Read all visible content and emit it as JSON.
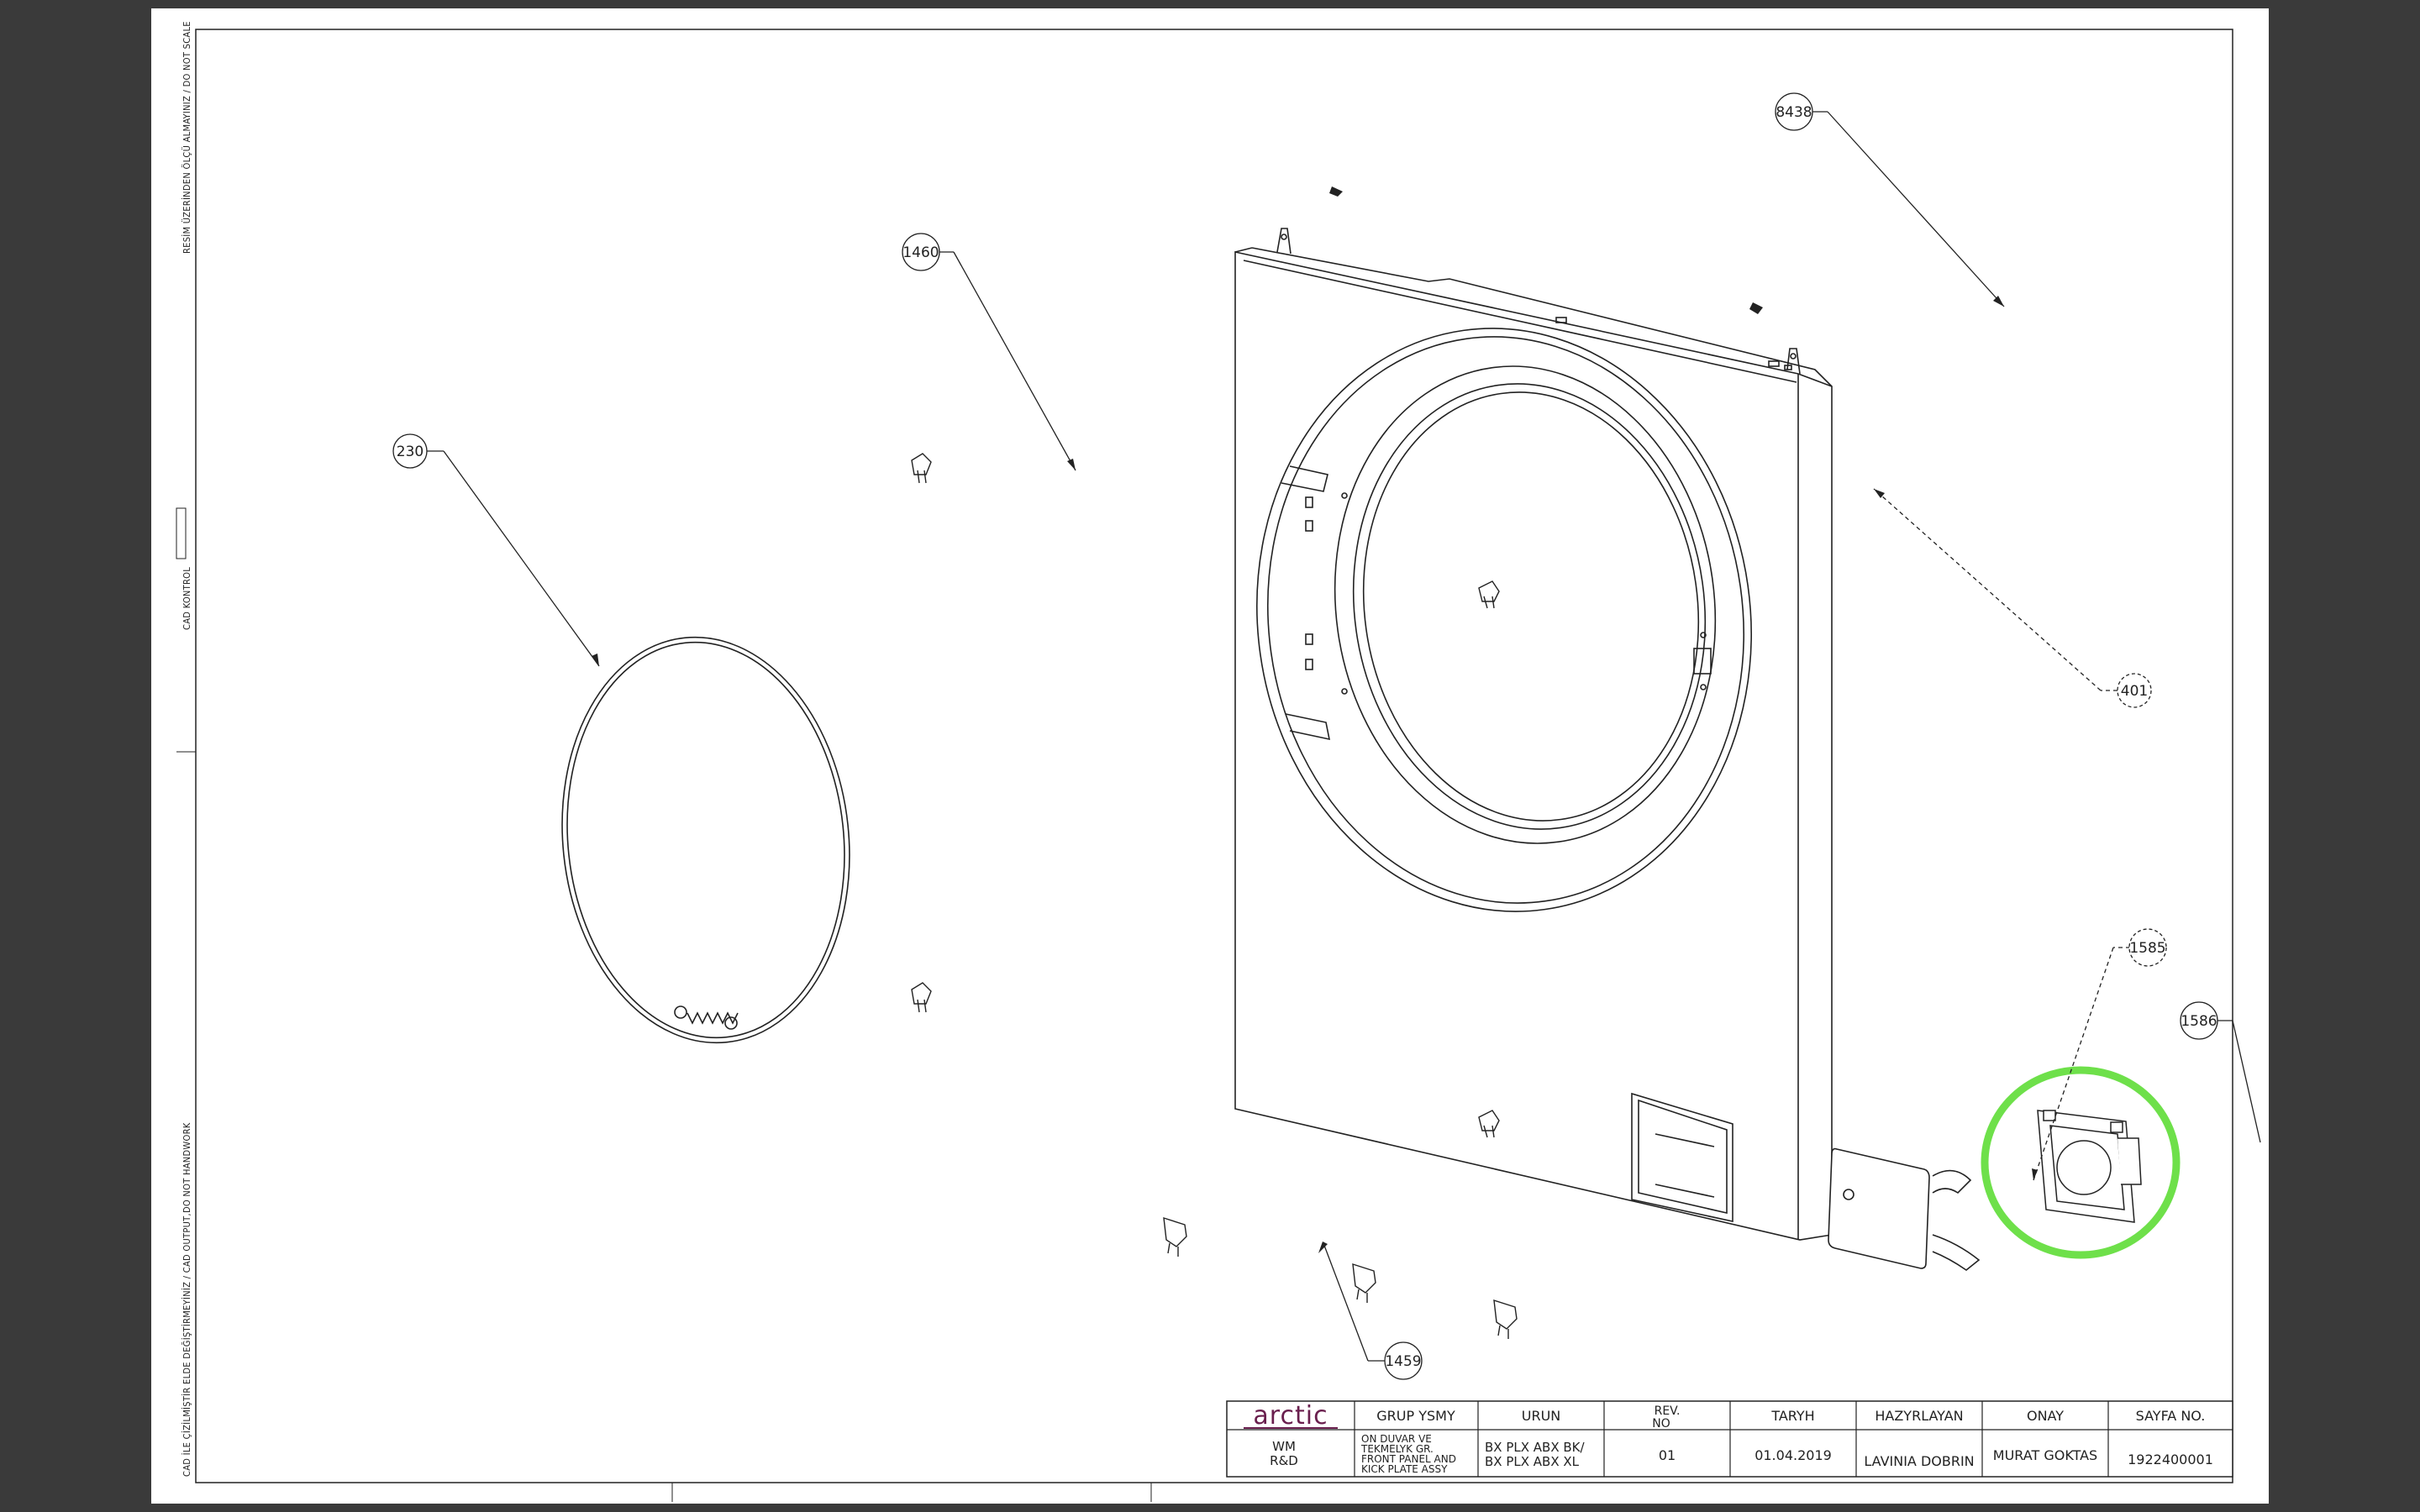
{
  "side_text": {
    "top": "RESİM ÜZERİNDEN ÖLÇÜ ALMAYINIZ / DO NOT SCALE",
    "middle": "CAD KONTROL",
    "bottom": "CAD İLE ÇİZİLMİŞTİR ELDE DEĞİŞTİRMEYİNİZ / CAD OUTPUT,DO NOT HANDWORK"
  },
  "callouts": [
    {
      "id": "8438"
    },
    {
      "id": "1460"
    },
    {
      "id": "230"
    },
    {
      "id": "401"
    },
    {
      "id": "1585"
    },
    {
      "id": "1586"
    },
    {
      "id": "1459"
    }
  ],
  "title_block": {
    "logo": "arctic",
    "headers": {
      "grup": "GRUP YSMY",
      "urun": "URUN",
      "rev_line1": "REV.",
      "rev_line2": "NO",
      "taryh": "TARYH",
      "hazirlayan": "HAZYRLAYAN",
      "onay": "ONAY",
      "sayfa": "SAYFA NO."
    },
    "values": {
      "dept_line1": "WM",
      "dept_line2": "R&D",
      "grup_line1": "ON DUVAR VE",
      "grup_line2": "TEKMELYK GR.",
      "grup_line3": "FRONT PANEL AND",
      "grup_line4": "KICK PLATE ASSY",
      "urun_line1": "BX PLX ABX BK/",
      "urun_line2": "BX PLX ABX XL",
      "rev": "01",
      "taryh": "01.04.2019",
      "hazirlayan": "LAVINIA DOBRIN",
      "onay": "MURAT GOKTAS",
      "sayfa": "1922400001"
    }
  },
  "colors": {
    "highlight": "#6ee04a",
    "logo": "#6a1f4e",
    "line": "#222222"
  }
}
